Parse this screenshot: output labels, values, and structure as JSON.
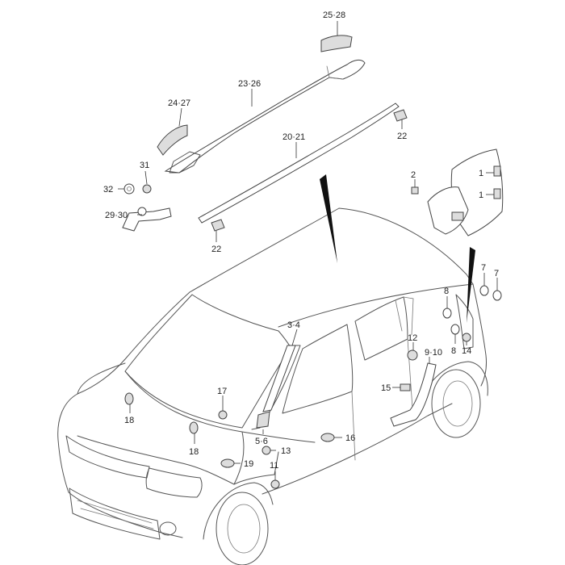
{
  "callouts": {
    "c25_28": "25·28",
    "c23_26": "23·26",
    "c24_27": "24·27",
    "c20_21": "20·21",
    "c22_a": "22",
    "c22_b": "22",
    "c31": "31",
    "c32": "32",
    "c29_30": "29·30",
    "c2": "2",
    "c1_a": "1",
    "c1_b": "1",
    "c7_a": "7",
    "c7_b": "7",
    "c8_a": "8",
    "c8_b": "8",
    "c14": "14",
    "c12": "12",
    "c9_10": "9·10",
    "c3_4": "3·4",
    "c15": "15",
    "c17": "17",
    "c18_a": "18",
    "c18_b": "18",
    "c5_6": "5·6",
    "c16": "16",
    "c13": "13",
    "c19": "19",
    "c11": "11"
  }
}
